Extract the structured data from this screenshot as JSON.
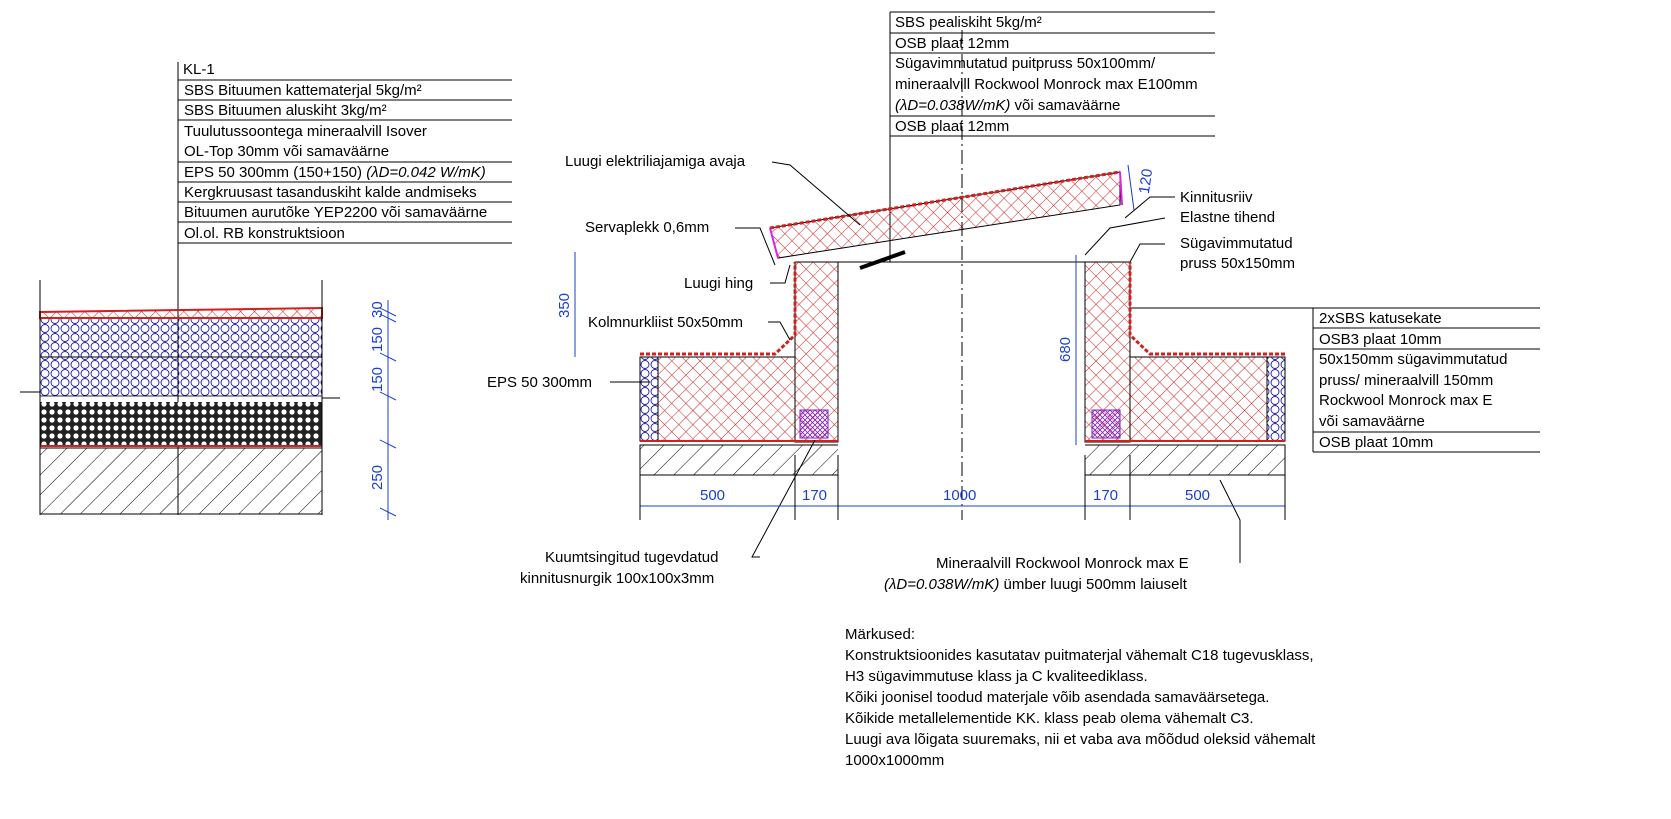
{
  "left_section": {
    "title": "KL-1",
    "layers": [
      "SBS Bituumen kattematerjal 5kg/m²",
      "SBS Bituumen aluskiht 3kg/m²",
      "Tuulutussoontega mineraalvill Isover",
      "OL-Top 30mm või samaväärne",
      "EPS 50 300mm (150+150) ",
      "Kergkruusast tasanduskiht kalde andmiseks",
      "Bituumen aurutõke YEP2200 või samaväärne",
      "Ol.ol. RB konstruktsioon"
    ],
    "eps_lambda": "(λD=0.042 W/mK)",
    "dims": [
      "30",
      "150",
      "150",
      "250"
    ]
  },
  "lid_table": {
    "rows": [
      "SBS pealiskiht 5kg/m²",
      "OSB plaat 12mm",
      "Sügavimmutatud puitpruss 50x100mm/",
      "mineraalvill Rockwool Monrock max E100mm",
      " või samaväärne",
      "OSB plaat 12mm"
    ],
    "lambda": "(λD=0.038W/mK)"
  },
  "curb_table": {
    "rows": [
      "2xSBS katusekate",
      "OSB3 plaat 10mm",
      "50x150mm sügavimmutatud",
      "pruss/ mineraalvill 150mm",
      "Rockwool Monrock max E",
      "või samaväärne",
      "OSB plaat 10mm"
    ]
  },
  "labels": {
    "opener": "Luugi elektriliajamiga avaja",
    "edge_flashing": "Servaplekk 0,6mm",
    "hinge": "Luugi hing",
    "fillet": "Kolmnurkliist 50x50mm",
    "eps": "EPS 50 300mm",
    "fix_batten": "Kinnitusriiv",
    "seal": "Elastne tihend",
    "timber1": "Sügavimmutatud",
    "timber2": "pruss 50x150mm",
    "angle1": "Kuumtsingitud tugevdatud",
    "angle2": "kinnitusnurgik 100x100x3mm",
    "wool1": "Mineraalvill Rockwool Monrock max E",
    "wool2_lambda": "(λD=0.038W/mK)",
    "wool2_rest": " ümber luugi 500mm laiuselt"
  },
  "dims": {
    "lid": "120",
    "curb_height": "350",
    "total_height": "680",
    "bottom": [
      "500",
      "170",
      "1000",
      "170",
      "500"
    ]
  },
  "notes": {
    "title": "Märkused:",
    "lines": [
      "Konstruktsioonides kasutatav puitmaterjal vähemalt C18 tugevusklass,",
      "H3 sügavimmutuse klass ja C kvaliteediklass.",
      "Kõiki joonisel toodud materjale võib asendada samaväärsetega.",
      "Kõikide metallelementide KK. klass peab olema vähemalt C3.",
      "Luugi ava lõigata suuremaks, nii et vaba ava mõõdud oleksid vähemalt",
      "1000x1000mm"
    ]
  },
  "colors": {
    "insulation": "#d02020",
    "eps": "#1a1aa0",
    "dim": "#1a3fd0",
    "magenta": "#e020e0"
  }
}
